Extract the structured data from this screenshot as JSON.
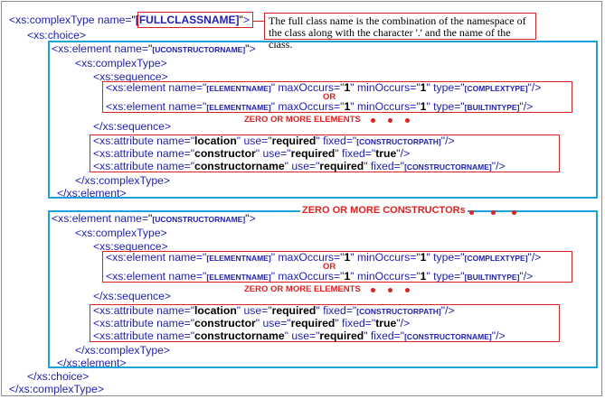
{
  "lines": {
    "l01": {
      "tag_open": "<xs:complexType ",
      "attr": "name=",
      "q1": "\"",
      "ph": "[FULLCLASSNAME]",
      "q2": "\"",
      "tag_close": ">"
    },
    "l02": {
      "text": "<xs:choice>"
    },
    "l03": {
      "tag_open": "<xs:element ",
      "attr": "name=",
      "q1": "\"",
      "ph": "[UCONSTRUCTORNAME]",
      "q2": "\"",
      "tag_close": ">"
    },
    "l04": {
      "text": "<xs:complexType>"
    },
    "l05": {
      "text": "<xs:sequence>"
    },
    "l06": {
      "p1": "<xs:element name=\"",
      "ph1": "[ELEMENTNAME]",
      "p2": "\" maxOccurs=\"",
      "v1": "1",
      "p3": "\" minOccurs=\"",
      "v2": "1",
      "p4": "\" type=\"",
      "ph2": "[COMPLEXTYPE]",
      "p5": "\"/>"
    },
    "l07": {
      "p1": "<xs:element name=\"",
      "ph1": "[ELEMENTNAME]",
      "p2": "\" maxOccurs=\"",
      "v1": "1",
      "p3": "\" minOccurs=\"",
      "v2": "1",
      "p4": "\" type=\"",
      "ph2": "[BUILTINTYPE]",
      "p5": "\"/>"
    },
    "l08": {
      "text": "</xs:sequence>"
    },
    "l09": {
      "p1": "<xs:attribute name=\"",
      "v1": "location",
      "p2": "\" use=\"",
      "v2": "required",
      "p3": "\" fixed=\"",
      "ph": "[CONSTRUCTORPATH]",
      "p4": "\"/>"
    },
    "l10": {
      "p1": "<xs:attribute name=\"",
      "v1": "constructor",
      "p2": "\" use=\"",
      "v2": "required",
      "p3": "\" fixed=\"",
      "v3": "true",
      "p4": "\"/>"
    },
    "l11": {
      "p1": "<xs:attribute name=\"",
      "v1": "constructorname",
      "p2": "\" use=\"",
      "v2": "required",
      "p3": "\" fixed=\"",
      "ph": "[CONSTRUCTORNAME]",
      "p4": "\"/>"
    },
    "l12": {
      "text": "</xs:complexType>"
    },
    "l13": {
      "text": "</xs:element>"
    },
    "l20": {
      "text": "</xs:choice>"
    },
    "l21": {
      "text": "</xs:complexType>"
    }
  },
  "labels": {
    "or": "OR",
    "zero_elements": "ZERO OR MORE ELEMENTS",
    "zero_constructors": "ZERO OR MORE CONSTRUCTORs"
  },
  "note": "The full class name is the combination of the namespace of the class along with the character '.' and the name of the class.",
  "colors": {
    "tag": "#1e1eb4",
    "red": "#e02020",
    "blue_box": "#1aa3dc"
  }
}
